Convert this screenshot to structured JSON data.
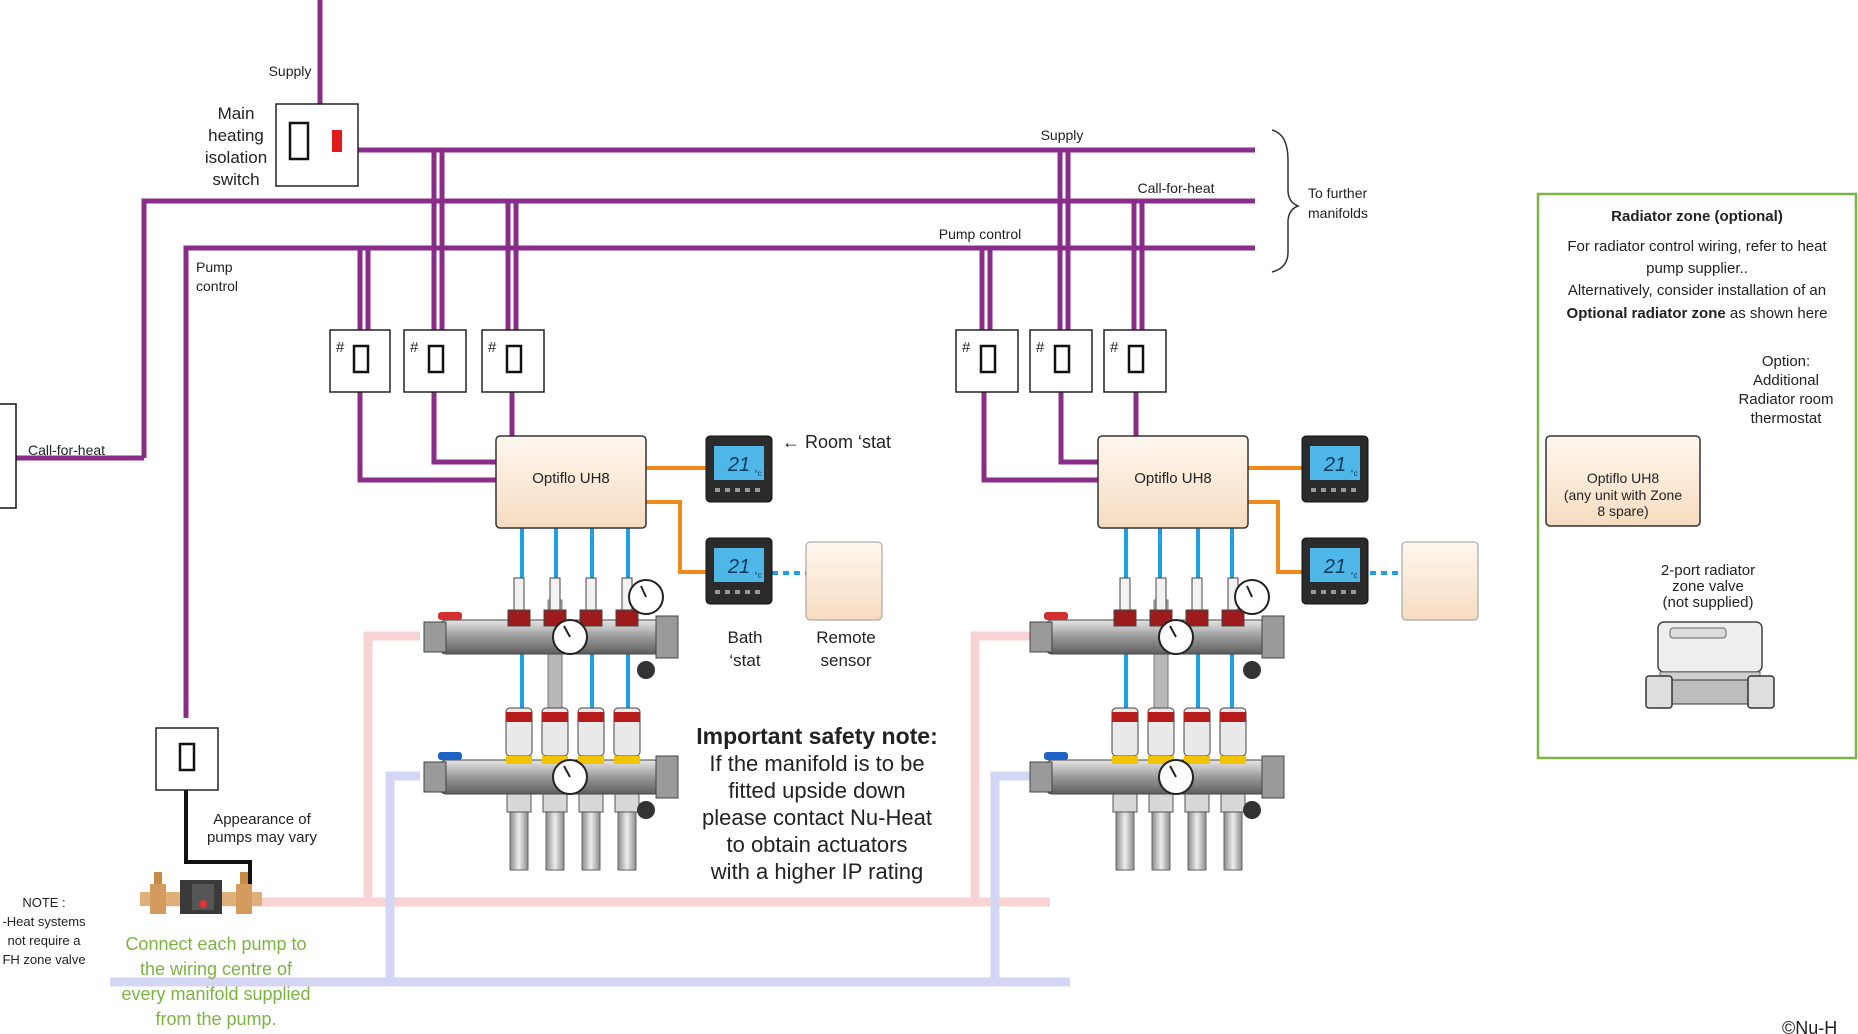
{
  "colors": {
    "wire": "#8a2d8a",
    "orange": "#f08a1c",
    "blue": "#1ea0e6",
    "green_border": "#7cb342",
    "green_text": "#7cb342",
    "flow_red": "#f7c8c8",
    "flow_blue": "#c9cdf2",
    "wiring_centre_fill": "#fdebd5",
    "thermostat_screen": "#4fb6e8"
  },
  "labels": {
    "supply_top": "Supply",
    "main_switch": [
      "Main",
      "heating",
      "isolation",
      "switch"
    ],
    "supply_bus": "Supply",
    "call_for_heat_bus": "Call-for-heat",
    "pump_control_bus": "Pump control",
    "pump_control_left": [
      "Pump",
      "control"
    ],
    "call_for_heat_left": "Call-for-heat",
    "to_further_manifolds": [
      "To further",
      "manifolds"
    ],
    "room_stat": "← Room ‘stat",
    "bath_stat": [
      "Bath",
      "‘stat"
    ],
    "remote_sensor": [
      "Remote",
      "sensor"
    ],
    "appearance_of_pumps": [
      "Appearance of",
      "pumps may vary"
    ],
    "note": [
      "NOTE :",
      "-Heat systems",
      "not require a",
      "FH zone valve"
    ],
    "connect_pump": [
      "Connect each pump to",
      "the wiring centre of",
      "every manifold supplied",
      "from the pump."
    ],
    "copyright": "©Nu-H"
  },
  "safety_note": {
    "heading": "Important safety note:",
    "lines": [
      "If the manifold is to be",
      "fitted upside down",
      "please contact Nu-Heat",
      "to obtain actuators",
      "with a higher IP rating"
    ]
  },
  "wiring_centres": {
    "left": "Optiflo UH8",
    "right": "Optiflo UH8"
  },
  "thermostat": {
    "display": "21",
    "unit": "°c"
  },
  "switch_symbol": {
    "hash": "#"
  },
  "radiator_panel": {
    "title": "Radiator zone (optional)",
    "line1": "For radiator control wiring, refer to heat",
    "line2": "pump supplier..",
    "line3": "Alternatively, consider installation of an",
    "line4_bold": "Optional radiator zone",
    "line4_rest": " as shown here",
    "option": [
      "Option:",
      "Additional",
      "Radiator room",
      "thermostat"
    ],
    "unit": [
      "Optiflo UH8",
      "(any unit with Zone",
      "8 spare)"
    ],
    "valve": [
      "2-port radiator",
      "zone valve",
      "(not supplied)"
    ]
  }
}
